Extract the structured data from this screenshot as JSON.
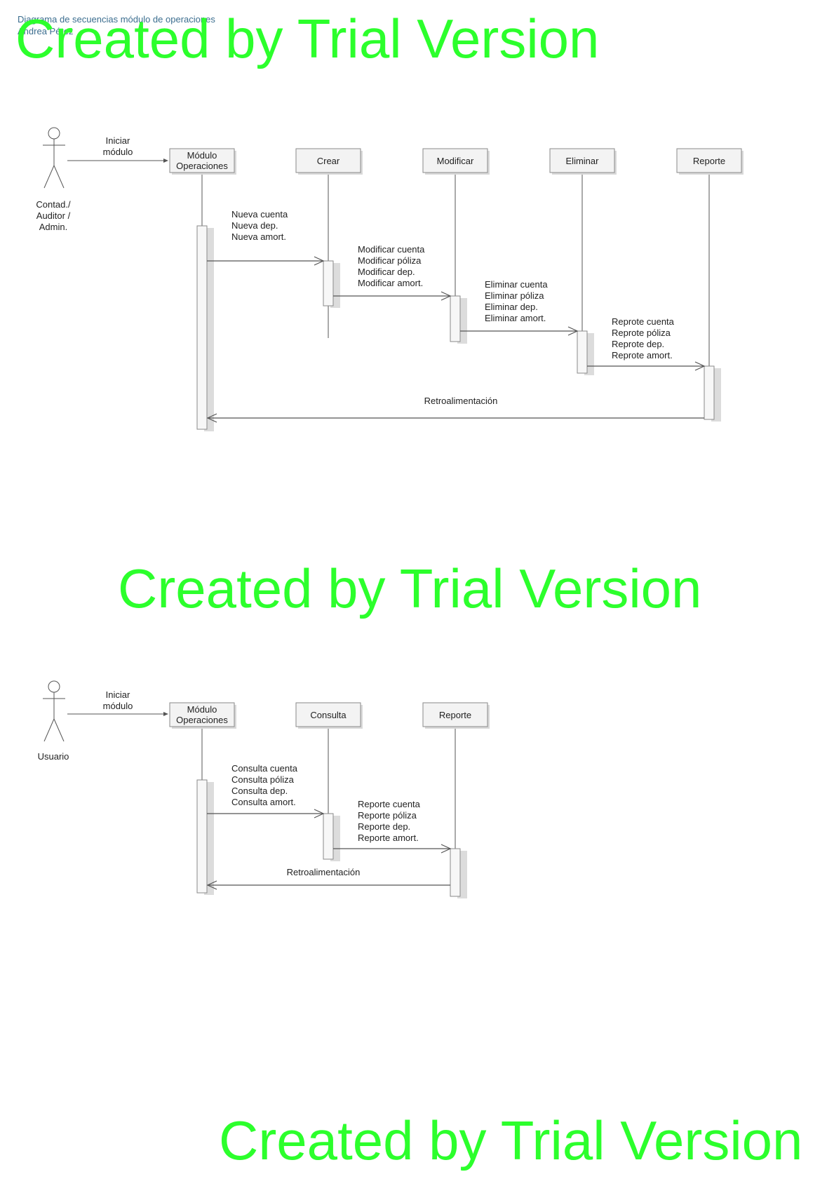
{
  "header": {
    "title": "Diagrama de secuencias módulo de operaciones",
    "author": "Andrea Pérez"
  },
  "watermark": "Created by Trial Version",
  "diagram1": {
    "actor": [
      "Contad./",
      "Auditor /",
      "Admin."
    ],
    "entry_message": [
      "Iniciar",
      "módulo"
    ],
    "lifelines": [
      [
        "Módulo",
        "Operaciones"
      ],
      [
        "Crear"
      ],
      [
        "Modificar"
      ],
      [
        "Eliminar"
      ],
      [
        "Reporte"
      ]
    ],
    "messages": [
      [
        "Nueva cuenta",
        "Nueva dep.",
        "Nueva amort."
      ],
      [
        "Modificar cuenta",
        "Modificar póliza",
        "Modificar dep.",
        "Modificar amort."
      ],
      [
        "Eliminar cuenta",
        "Eliminar póliza",
        "Eliminar dep.",
        "Eliminar amort."
      ],
      [
        "Reprote cuenta",
        "Reprote póliza",
        "Reprote dep.",
        "Reprote amort."
      ]
    ],
    "return_message": "Retroalimentación"
  },
  "diagram2": {
    "actor": [
      "Usuario"
    ],
    "entry_message": [
      "Iniciar",
      "módulo"
    ],
    "lifelines": [
      [
        "Módulo",
        "Operaciones"
      ],
      [
        "Consulta"
      ],
      [
        "Reporte"
      ]
    ],
    "messages": [
      [
        "Consulta cuenta",
        "Consulta póliza",
        "Consulta dep.",
        "Consulta amort."
      ],
      [
        "Reporte cuenta",
        "Reporte póliza",
        "Reporte dep.",
        "Reporte amort."
      ]
    ],
    "return_message": "Retroalimentación"
  },
  "colors": {
    "line": "#555555",
    "box_fill": "#f3f3f3",
    "box_stroke": "#8a8a8a",
    "header_text": "#3c6e8f",
    "watermark": "#2cff2c"
  }
}
